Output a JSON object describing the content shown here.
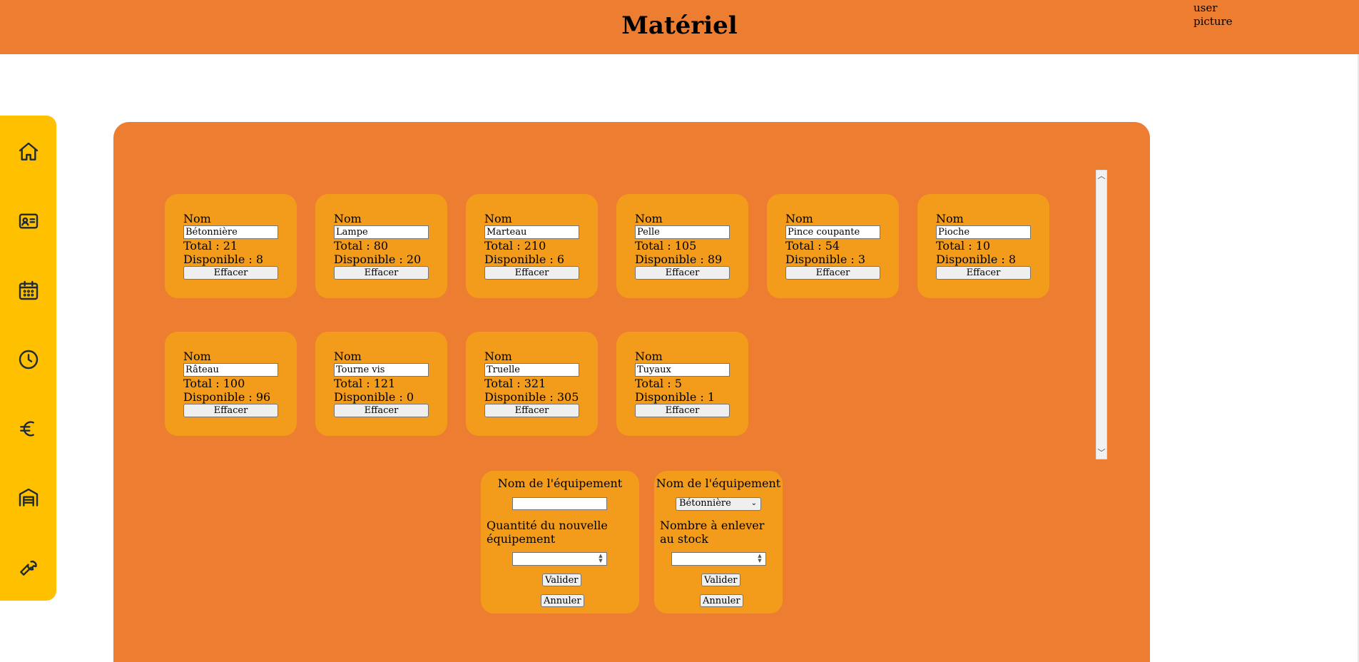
{
  "header": {
    "title": "Matériel",
    "user_picture": "user picture"
  },
  "sidebar": {
    "items": [
      {
        "icon": "home-icon"
      },
      {
        "icon": "contact-card-icon"
      },
      {
        "icon": "calendar-icon"
      },
      {
        "icon": "clock-icon"
      },
      {
        "icon": "euro-icon"
      },
      {
        "icon": "warehouse-icon"
      },
      {
        "icon": "wrench-icon"
      }
    ]
  },
  "labels": {
    "nom": "Nom",
    "total_prefix": "Total : ",
    "dispo_prefix": "Disponible : ",
    "delete": "Effacer"
  },
  "equipment": [
    {
      "name": "Bétonnière",
      "total": "Total : 21",
      "available": "Disponible : 8"
    },
    {
      "name": "Lampe",
      "total": "Total : 80",
      "available": "Disponible : 20"
    },
    {
      "name": "Marteau",
      "total": "Total : 210",
      "available": "Disponible : 6"
    },
    {
      "name": "Pelle",
      "total": "Total : 105",
      "available": "Disponible : 89"
    },
    {
      "name": "Pince coupante",
      "total": "Total : 54",
      "available": "Disponible : 3"
    },
    {
      "name": "Pioche",
      "total": "Total : 10",
      "available": "Disponible : 8"
    },
    {
      "name": "Râteau",
      "total": "Total : 100",
      "available": "Disponible : 96"
    },
    {
      "name": "Tourne vis",
      "total": "Total : 121",
      "available": "Disponible : 0"
    },
    {
      "name": "Truelle",
      "total": "Total : 321",
      "available": "Disponible : 305"
    },
    {
      "name": "Tuyaux",
      "total": "Total : 5",
      "available": "Disponible : 1"
    }
  ],
  "add_form": {
    "title": "Nom de l'équipement",
    "name_value": "",
    "quantity_label": "Quantité du nouvelle équipement",
    "quantity_value": "",
    "validate": "Valider",
    "cancel": "Annuler"
  },
  "remove_form": {
    "title": "Nom de l'équipement",
    "selected": "Bétonnière",
    "count_label": "Nombre à enlever au stock",
    "count_value": "",
    "validate": "Valider",
    "cancel": "Annuler"
  },
  "colors": {
    "header": "#ed7d31",
    "sidebar": "#ffc000",
    "card": "#f39c1c",
    "panel": "#ed7d31"
  }
}
